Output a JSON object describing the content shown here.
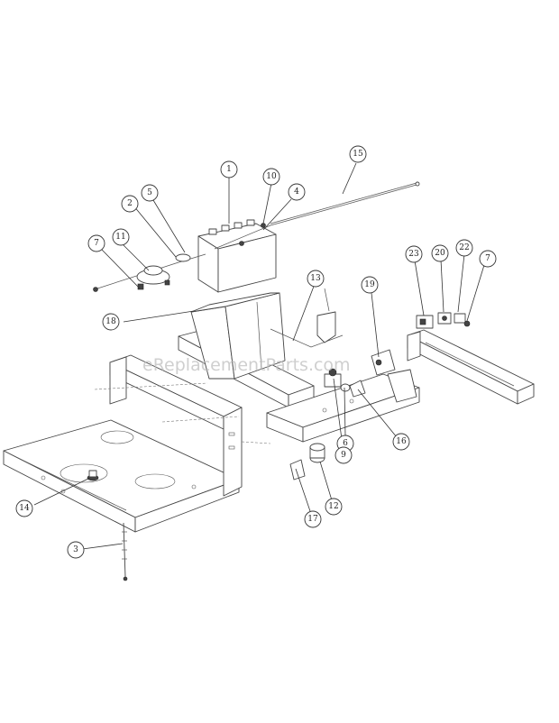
{
  "watermark": "eReplacementParts.com",
  "callouts": [
    {
      "label": "1"
    },
    {
      "label": "2"
    },
    {
      "label": "3"
    },
    {
      "label": "4"
    },
    {
      "label": "5"
    },
    {
      "label": "6"
    },
    {
      "label": "7"
    },
    {
      "label": "7"
    },
    {
      "label": "9"
    },
    {
      "label": "10"
    },
    {
      "label": "11"
    },
    {
      "label": "12"
    },
    {
      "label": "13"
    },
    {
      "label": "14"
    },
    {
      "label": "15"
    },
    {
      "label": "16"
    },
    {
      "label": "17"
    },
    {
      "label": "18"
    },
    {
      "label": "19"
    },
    {
      "label": "20"
    },
    {
      "label": "22"
    },
    {
      "label": "23"
    }
  ]
}
